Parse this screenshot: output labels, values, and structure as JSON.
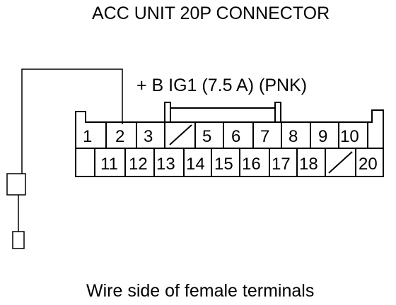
{
  "title": "ACC UNIT 20P CONNECTOR",
  "wire_label": "+ B IG1 (7.5 A) (PNK)",
  "footer": "Wire side of female terminals",
  "pins_row1": [
    "1",
    "2",
    "3",
    "",
    "5",
    "6",
    "7",
    "8",
    "9",
    "10"
  ],
  "pins_row2": [
    "",
    "11",
    "12",
    "13",
    "14",
    "15",
    "16",
    "17",
    "18",
    "",
    "20"
  ]
}
